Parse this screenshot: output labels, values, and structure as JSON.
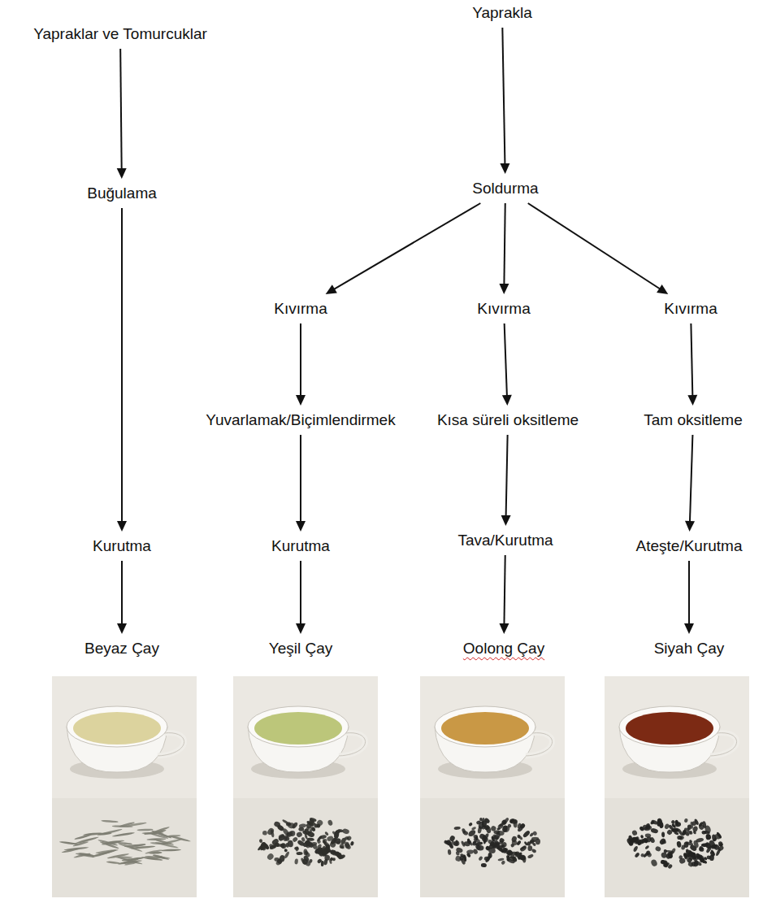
{
  "diagram": {
    "nodes": [
      {
        "text": [
          "Yapraklar ve Tomurcuklar"
        ]
      },
      {
        "text": [
          "Yaprakla"
        ]
      },
      {
        "text": [
          "Buğulama"
        ]
      },
      {
        "text": [
          "Soldurma"
        ]
      },
      {
        "text": [
          "Kıvırma"
        ]
      },
      {
        "text": [
          "Kıvırma"
        ]
      },
      {
        "text": [
          "Kıvırma"
        ]
      },
      {
        "text": [
          "Yuvarlamak/Biçimlendirmek"
        ]
      },
      {
        "text": [
          "Kısa süreli oksitleme"
        ]
      },
      {
        "text": [
          "Tam oksitleme"
        ]
      },
      {
        "text": [
          "Kurutma"
        ]
      },
      {
        "text": [
          "Kurutma"
        ]
      },
      {
        "text": [
          "Tava/Kurutma"
        ]
      },
      {
        "text": [
          "Ateşte/Kurutma"
        ]
      },
      {
        "text": [
          "Beyaz Çay"
        ]
      },
      {
        "text": [
          "Yeşil Çay"
        ]
      },
      {
        "text": [
          "Oolong Çay"
        ]
      },
      {
        "text": [
          "Siyah Çay"
        ]
      }
    ],
    "edges": [
      {
        "from": 0,
        "to": 2,
        "arrow": "to"
      },
      {
        "from": 2,
        "to": 10,
        "arrow": "to"
      },
      {
        "from": 10,
        "to": 14,
        "arrow": "to"
      },
      {
        "from": 1,
        "to": 3,
        "arrow": "to"
      },
      {
        "from": 3,
        "to": 4,
        "arrow": "to"
      },
      {
        "from": 3,
        "to": 5,
        "arrow": "to"
      },
      {
        "from": 3,
        "to": 6,
        "arrow": "to"
      },
      {
        "from": 4,
        "to": 7,
        "arrow": "to"
      },
      {
        "from": 7,
        "to": 11,
        "arrow": "to"
      },
      {
        "from": 11,
        "to": 15,
        "arrow": "to"
      },
      {
        "from": 5,
        "to": 8,
        "arrow": "to"
      },
      {
        "from": 8,
        "to": 12,
        "arrow": "to"
      },
      {
        "from": 12,
        "to": 16,
        "arrow": "to"
      },
      {
        "from": 6,
        "to": 9,
        "arrow": "to"
      },
      {
        "from": 9,
        "to": 13,
        "arrow": "to"
      },
      {
        "from": 13,
        "to": 17,
        "arrow": "to"
      }
    ]
  }
}
